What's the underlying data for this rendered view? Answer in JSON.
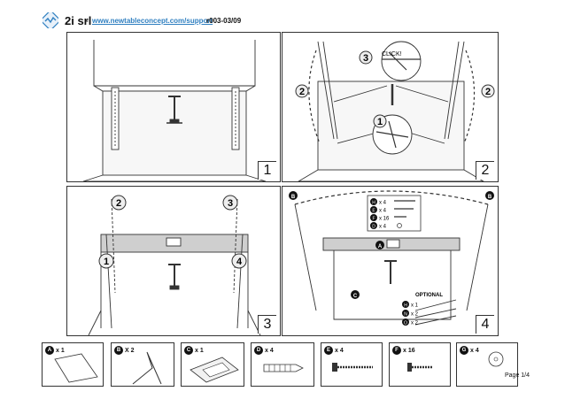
{
  "header": {
    "brand": "2i srl",
    "dash": "-",
    "url": "www.newtableconcept.com/support",
    "reference": "r003-03/09"
  },
  "steps": [
    {
      "number": "1"
    },
    {
      "number": "2",
      "callouts": [
        "1",
        "2",
        "2",
        "3"
      ],
      "click_label": "CLICK!"
    },
    {
      "number": "3",
      "callouts": [
        "2",
        "3",
        "1",
        "4"
      ]
    },
    {
      "number": "4",
      "callouts": [
        "B",
        "B",
        "A",
        "C"
      ],
      "hardware": [
        {
          "letter": "H",
          "qty": "x 4"
        },
        {
          "letter": "E",
          "qty": "x 4"
        },
        {
          "letter": "F",
          "qty": "x 16"
        },
        {
          "letter": "D",
          "qty": "x 4"
        }
      ],
      "optional_title": "OPTIONAL",
      "optional_items": [
        {
          "letter": "H",
          "qty": "x 1"
        },
        {
          "letter": "N",
          "qty": "x 2"
        },
        {
          "letter": "O",
          "qty": "x 2"
        }
      ]
    }
  ],
  "parts": [
    {
      "letter": "A",
      "qty": "x 1"
    },
    {
      "letter": "B",
      "qty": "X 2"
    },
    {
      "letter": "C",
      "qty": "x 1"
    },
    {
      "letter": "D",
      "qty": "x 4"
    },
    {
      "letter": "E",
      "qty": "x 4"
    },
    {
      "letter": "F",
      "qty": "x 16"
    },
    {
      "letter": "G",
      "qty": "x 4"
    }
  ],
  "footer": {
    "page": "Page 1/4"
  }
}
